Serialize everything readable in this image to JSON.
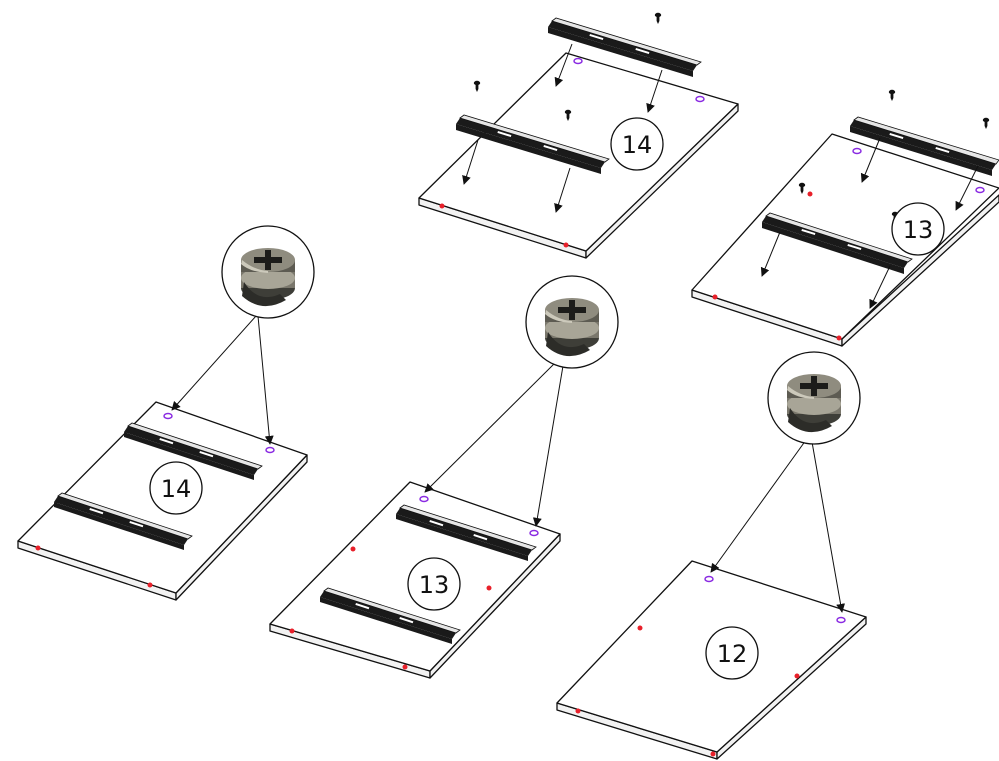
{
  "colors": {
    "dowel_hole": "#e8202a",
    "cam_hole": "#8a2be2",
    "outline": "#111111",
    "cam_metal_dark": "#4c4c44",
    "cam_metal_light": "#b9b6a8"
  },
  "panels": [
    {
      "label": "14",
      "icon": "panel-with-rails",
      "step": "rails-attached"
    },
    {
      "label": "13",
      "icon": "panel-with-rails",
      "step": "rails-attached"
    },
    {
      "label": "12",
      "icon": "plain-panel",
      "step": "cam-locks"
    },
    {
      "label": "14",
      "icon": "panel-with-rails",
      "step": "rail-mounting"
    },
    {
      "label": "13",
      "icon": "panel-with-rails",
      "step": "rail-mounting"
    }
  ],
  "parts": {
    "cam_lock": {
      "icon": "cam-lock-fitting-icon"
    },
    "screw": {
      "icon": "screw-icon"
    },
    "rail": {
      "icon": "drawer-rail-icon"
    }
  }
}
